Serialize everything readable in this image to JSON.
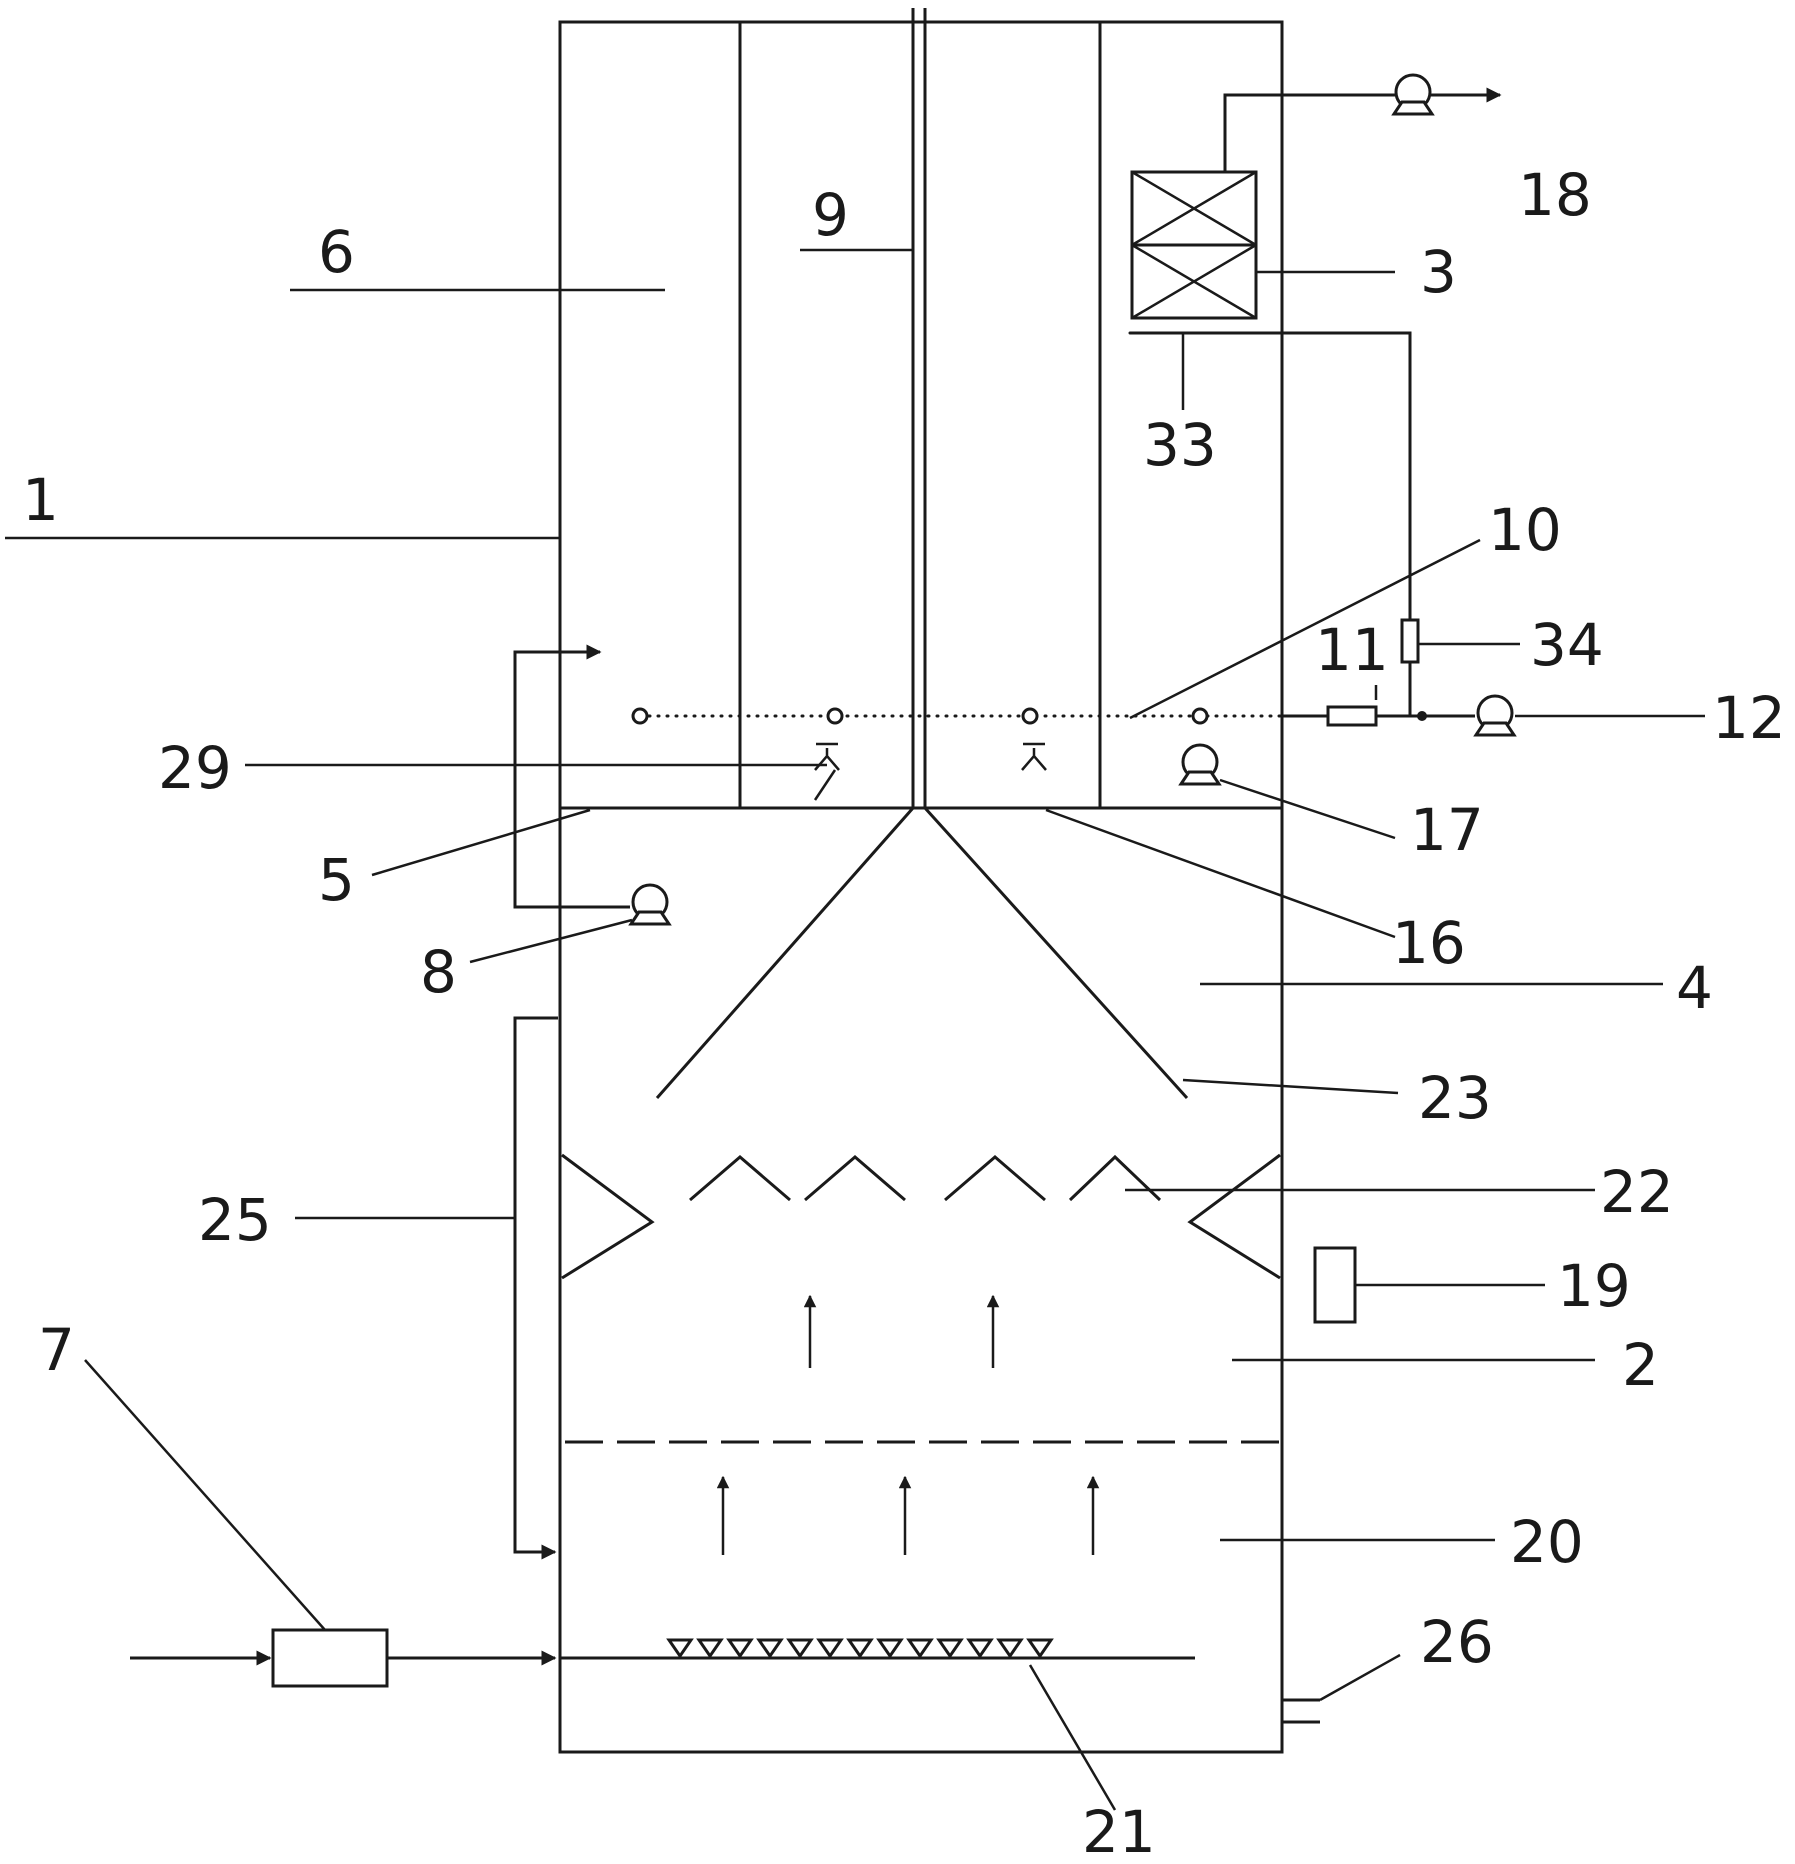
{
  "labels": {
    "l1": "1",
    "l2": "2",
    "l3": "3",
    "l4": "4",
    "l5": "5",
    "l6": "6",
    "l7": "7",
    "l8": "8",
    "l9": "9",
    "l10": "10",
    "l11": "11",
    "l12": "12",
    "l16": "16",
    "l17": "17",
    "l18": "18",
    "l19": "19",
    "l20": "20",
    "l21": "21",
    "l22": "22",
    "l23": "23",
    "l25": "25",
    "l26": "26",
    "l29": "29",
    "l33": "33",
    "l34": "34"
  },
  "colors": {
    "ink": "#1a1a1a",
    "background": "#ffffff"
  },
  "icons": [
    "pump-icon",
    "filter-box-icon",
    "flow-arrow-icon",
    "aerator-icon"
  ]
}
